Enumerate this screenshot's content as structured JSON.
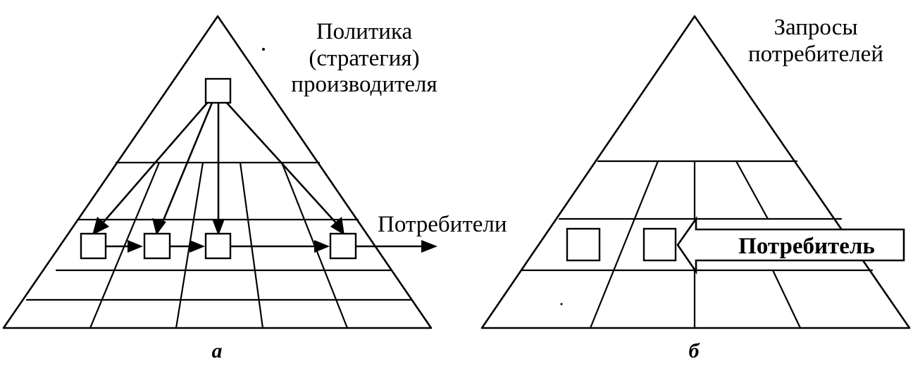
{
  "left_diagram": {
    "caption": "а",
    "top_label_lines": [
      "Политика",
      "(стратегия)",
      "производителя"
    ],
    "side_label": "Потребители"
  },
  "right_diagram": {
    "caption": "б",
    "top_label_lines": [
      "Запросы",
      "потребителей"
    ],
    "arrow_label": "Потребитель"
  }
}
